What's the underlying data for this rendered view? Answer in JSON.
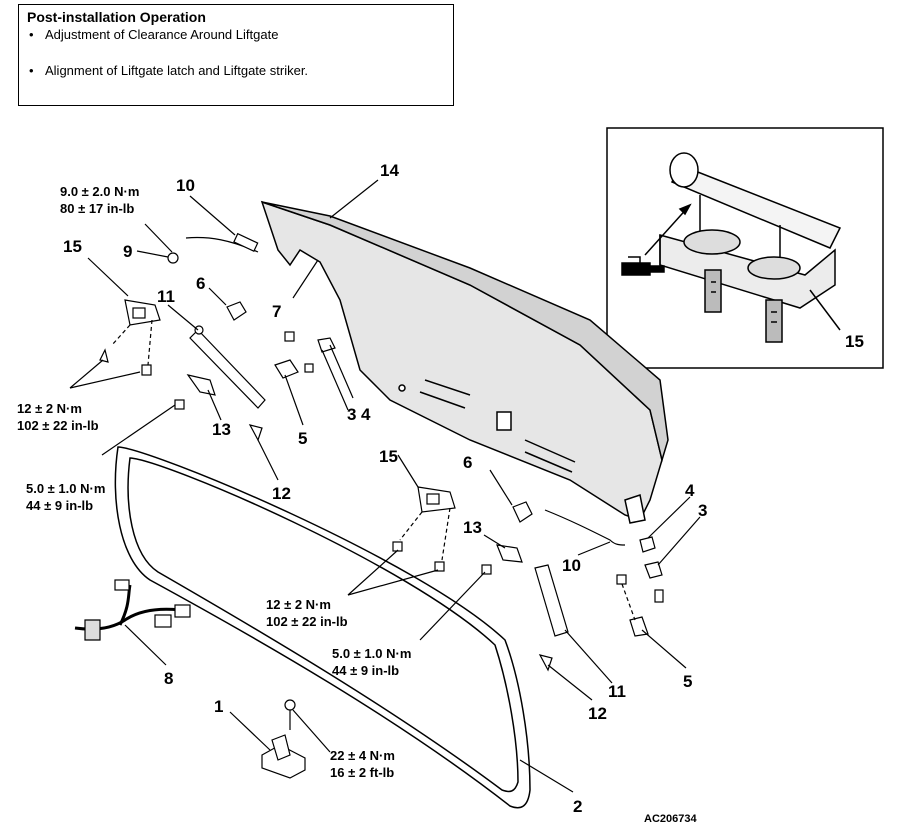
{
  "note": {
    "title": "Post-installation Operation",
    "items": [
      "Adjustment of Clearance Around Liftgate",
      "Alignment of Liftgate latch and Liftgate striker."
    ]
  },
  "callouts": {
    "n1": "1",
    "n2": "2",
    "n3a": "3",
    "n3b": "3",
    "n4a": "4",
    "n4b": "4",
    "n5a": "5",
    "n5b": "5",
    "n6a": "6",
    "n6b": "6",
    "n7": "7",
    "n8": "8",
    "n9": "9",
    "n10a": "10",
    "n10b": "10",
    "n11a": "11",
    "n11b": "11",
    "n12a": "12",
    "n12b": "12",
    "n13a": "13",
    "n13b": "13",
    "n14": "14",
    "n15a": "15",
    "n15b": "15",
    "n15c": "15"
  },
  "torques": {
    "t9_nm": "9.0 ± 2.0 N·m",
    "t9_in": "80 ± 17 in-lb",
    "t15a_nm": "12 ± 2 N·m",
    "t15a_in": "102 ± 22 in-lb",
    "t13a_nm": "5.0 ± 1.0 N·m",
    "t13a_in": "44 ± 9 in-lb",
    "t15b_nm": "12 ± 2 N·m",
    "t15b_in": "102 ± 22 in-lb",
    "t13b_nm": "5.0 ± 1.0 N·m",
    "t13b_in": "44 ± 9 in-lb",
    "t1_nm": "22 ± 4 N·m",
    "t1_ft": "16 ± 2 ft-lb"
  },
  "figure_code": "AC206734",
  "colors": {
    "line": "#000000",
    "panel": "#e8e8e8",
    "panel_dark": "#cfcfcf",
    "background": "#ffffff"
  }
}
